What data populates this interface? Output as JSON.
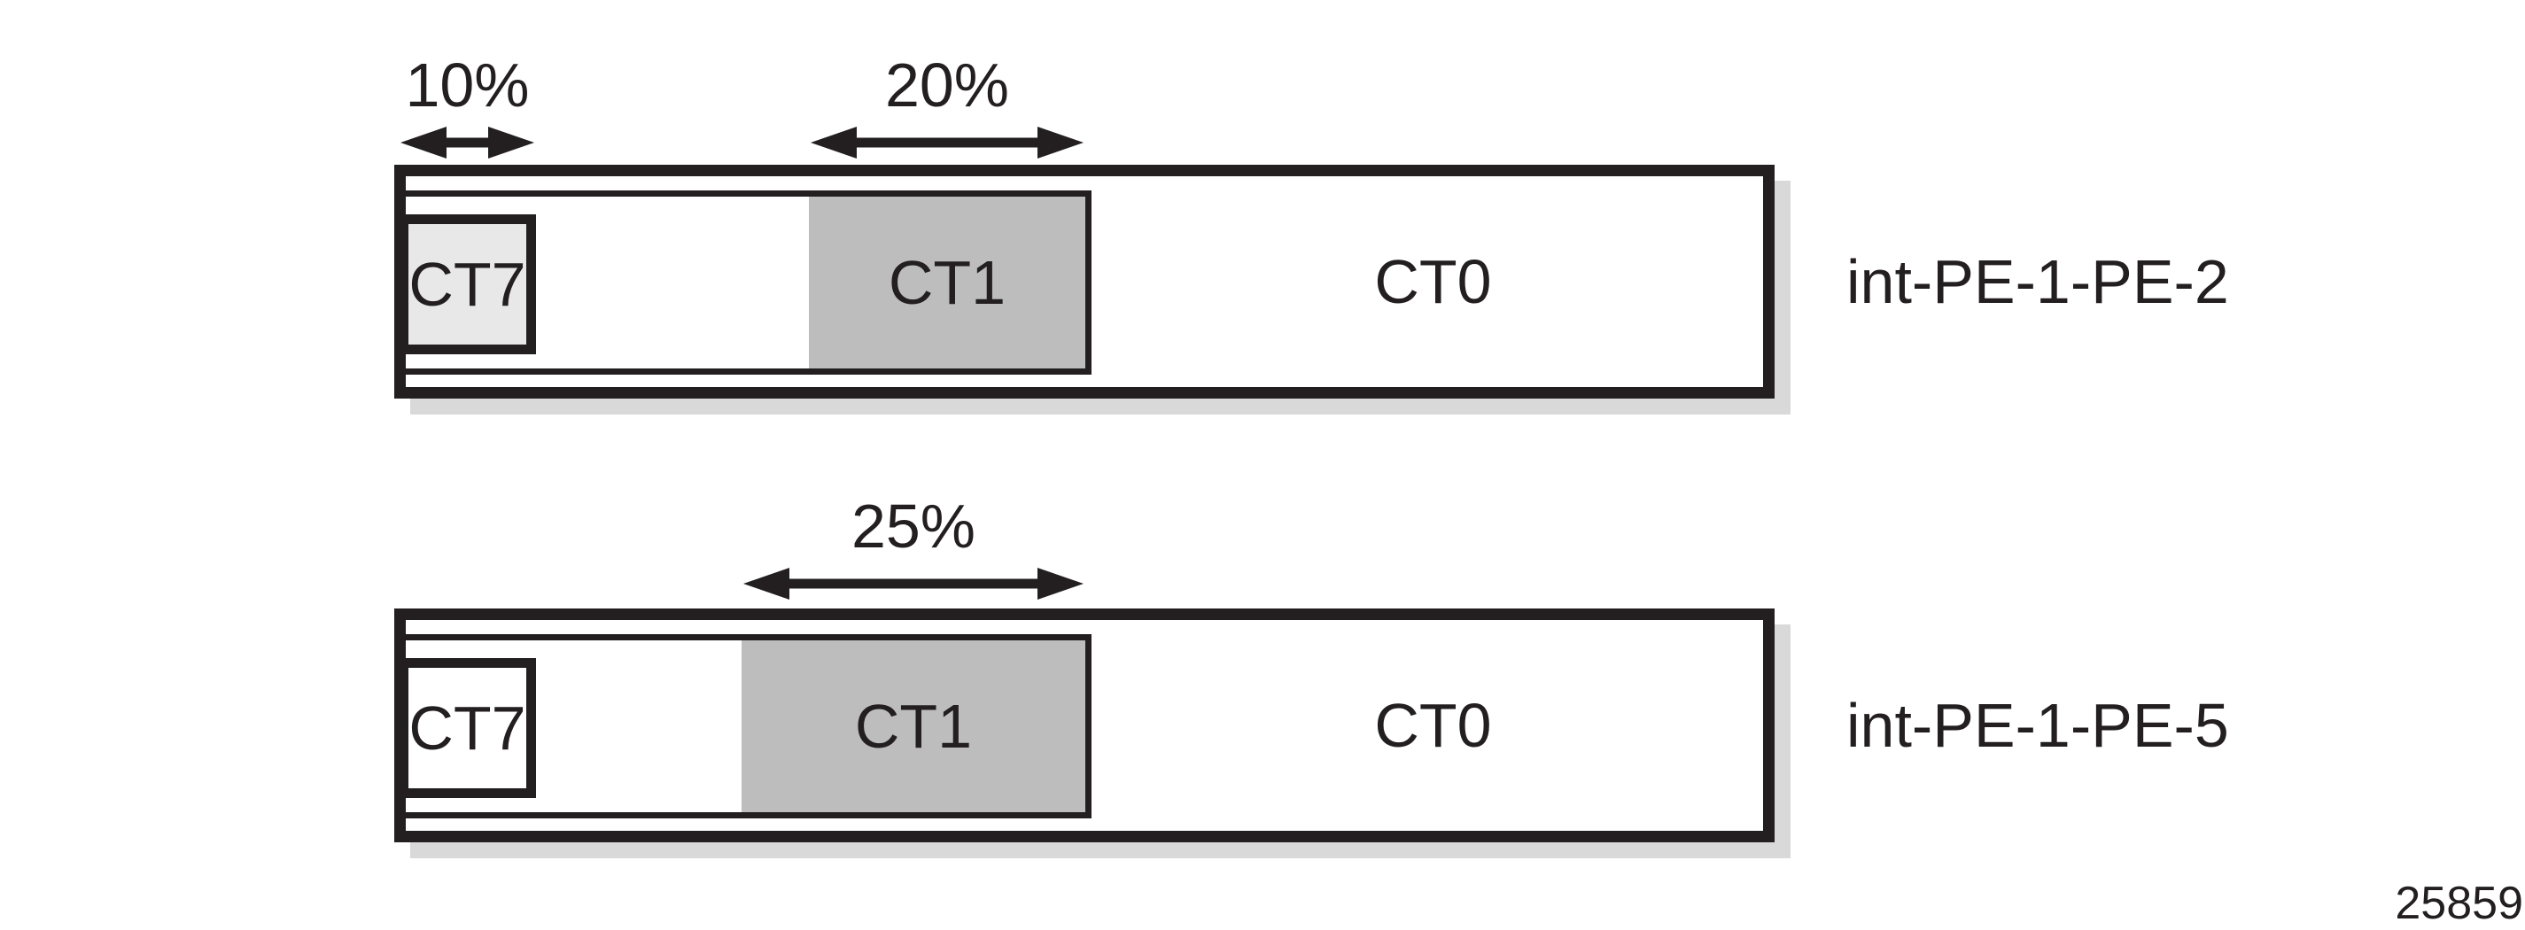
{
  "diagram": {
    "description_colors": {
      "ink": "#231f20",
      "ct1_fill": "#bdbdbd",
      "ct7_fill_bar1": "#e8e8e8",
      "ct7_fill_bar2": "#ffffff",
      "bar_shadow": "#d9d9d9",
      "background": "#ffffff"
    },
    "figure_number": "25859",
    "interfaces": [
      {
        "label": "int-PE-1-PE-2",
        "ct7_label": "CT7",
        "ct7_percent": "10%",
        "ct7_share_pct": 10,
        "ct1_label": "CT1",
        "ct1_percent": "20%",
        "ct1_share_pct": 20,
        "ct0_label": "CT0"
      },
      {
        "label": "int-PE-1-PE-5",
        "ct7_label": "CT7",
        "ct7_share_pct": 10,
        "ct1_label": "CT1",
        "ct1_percent": "25%",
        "ct1_share_pct": 25,
        "ct0_label": "CT0"
      }
    ]
  }
}
